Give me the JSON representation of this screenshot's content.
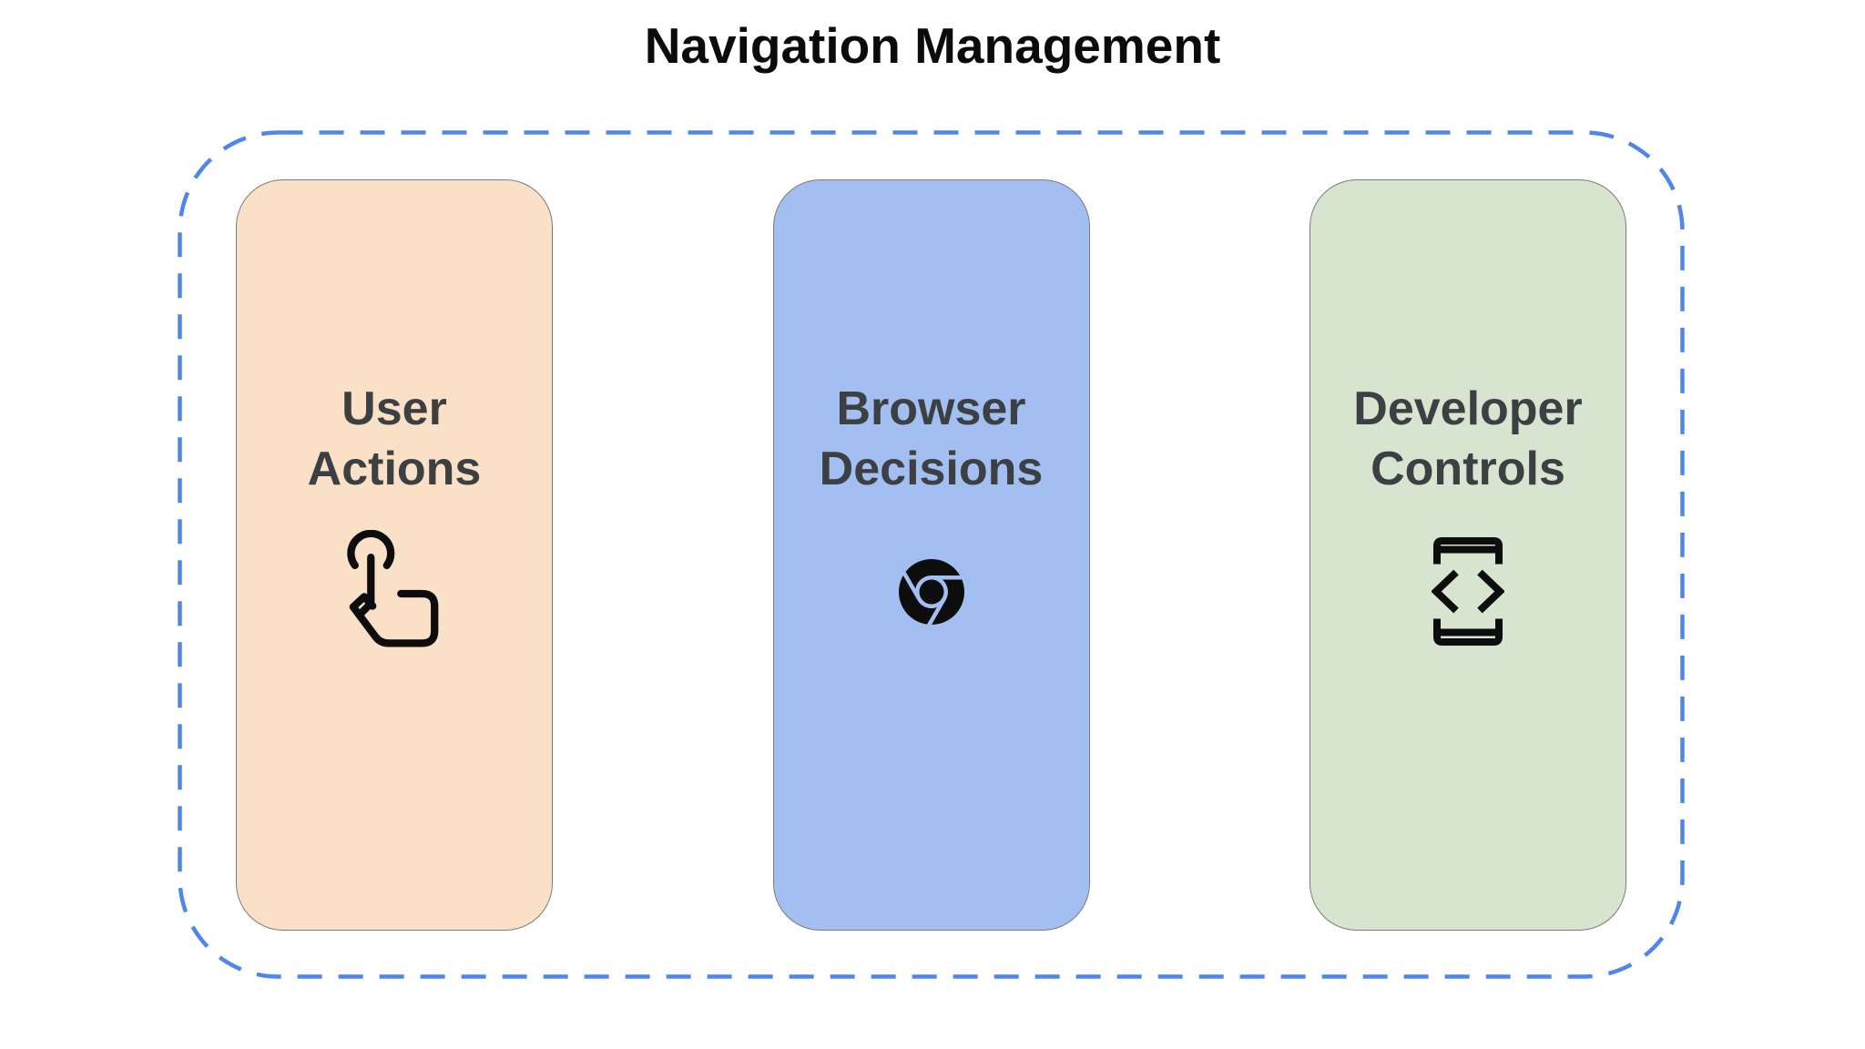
{
  "title": "Navigation Management",
  "group": {
    "border_color": "#4e86ec",
    "cards": [
      {
        "label": "User\nActions",
        "icon": "tap-gesture-icon",
        "bg": "#fae0c6"
      },
      {
        "label": "Browser\nDecisions",
        "icon": "chrome-icon",
        "bg": "#a3bef0"
      },
      {
        "label": "Developer\nControls",
        "icon": "developer-mode-icon",
        "bg": "#d6e4d0"
      }
    ]
  },
  "colors": {
    "background": "#ffffff",
    "title_text": "#0b0b0c",
    "card_label_text": "#3c4043",
    "card_border": "#7e7c76",
    "icon": "#0d0d0d",
    "group_dashed_border": "#4e86ec"
  }
}
